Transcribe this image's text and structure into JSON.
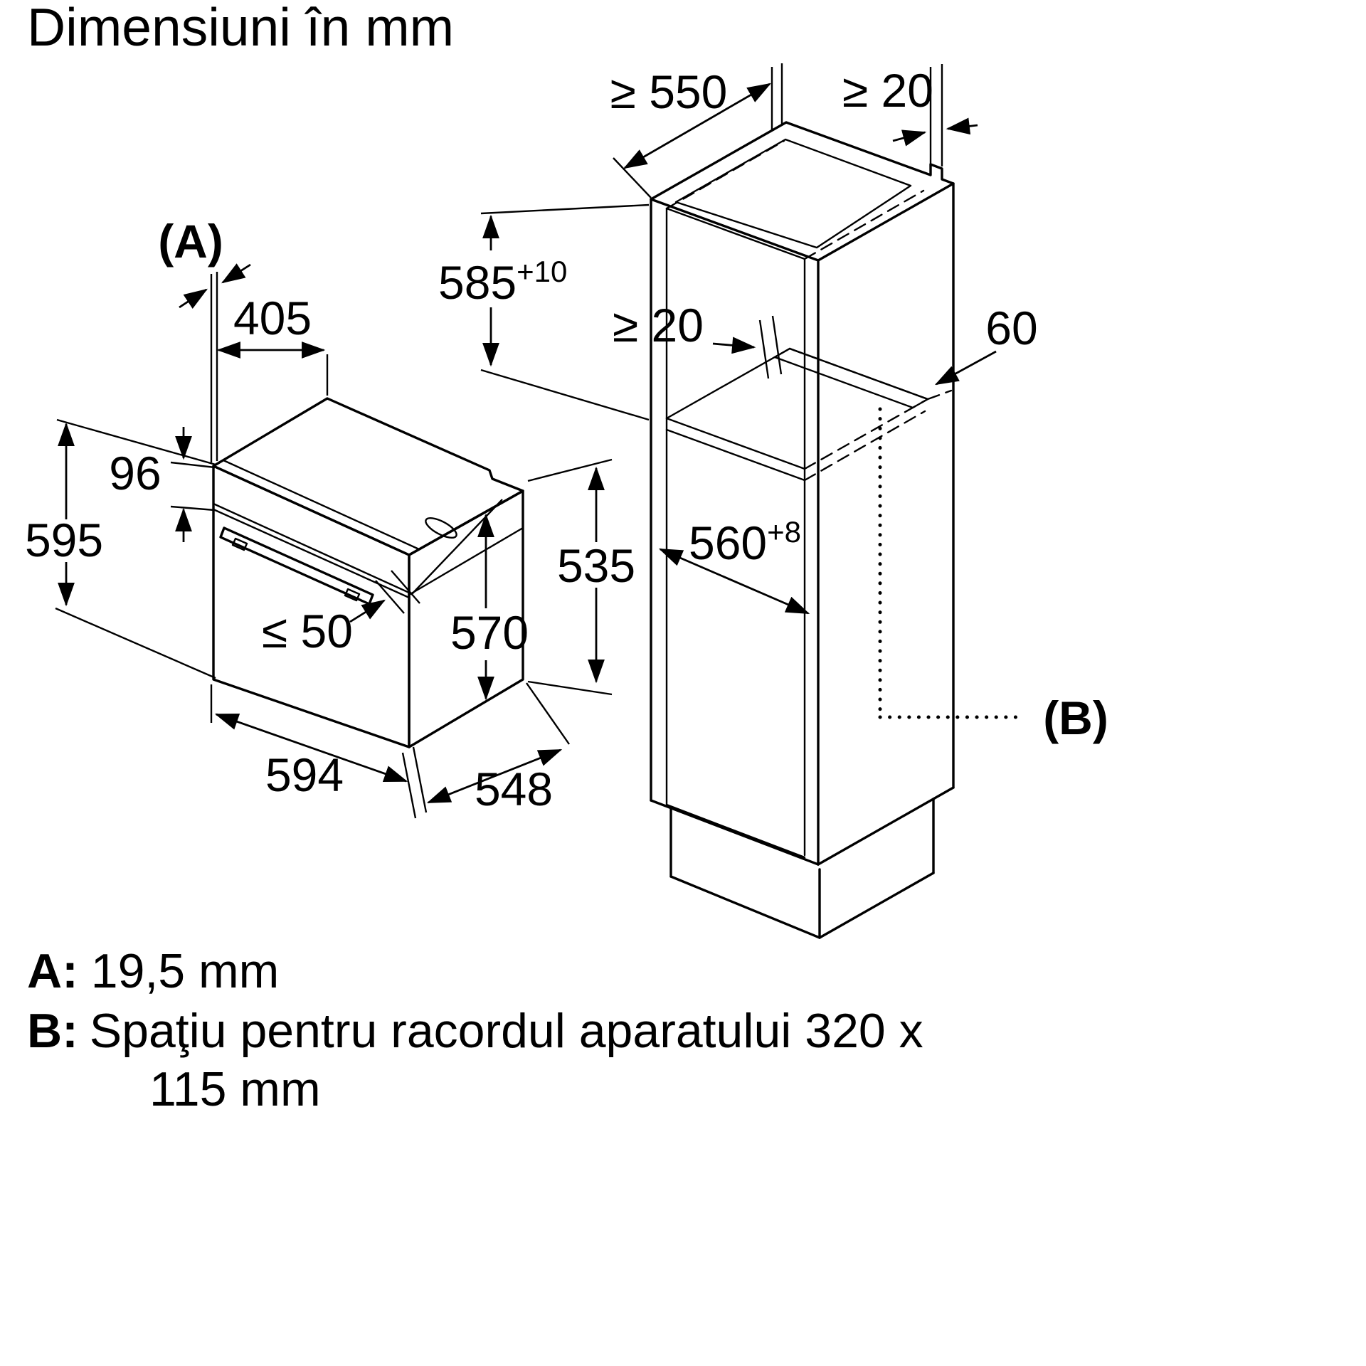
{
  "title": "Dimensiuni în mm",
  "oven": {
    "label_a": "(A)",
    "dims": {
      "width_top": "405",
      "panel": "96",
      "height": "595",
      "handle": "≤ 50",
      "door_height": "570",
      "width": "594",
      "depth": "548",
      "side_height": "535"
    }
  },
  "cabinet": {
    "dims": {
      "depth_min": "≥ 550",
      "gap_top": "≥ 20",
      "niche_height": "585",
      "niche_height_tol": "+10",
      "gap_rear": "≥ 20",
      "vent_depth": "60",
      "niche_width": "560",
      "niche_width_tol": "+8"
    },
    "label_b": "(B)"
  },
  "legend": {
    "a_key": "A:",
    "a_text": "19,5 mm",
    "b_key": "B:",
    "b_text": "Spaţiu pentru racordul aparatului 320 x",
    "b_text2": "115 mm"
  }
}
